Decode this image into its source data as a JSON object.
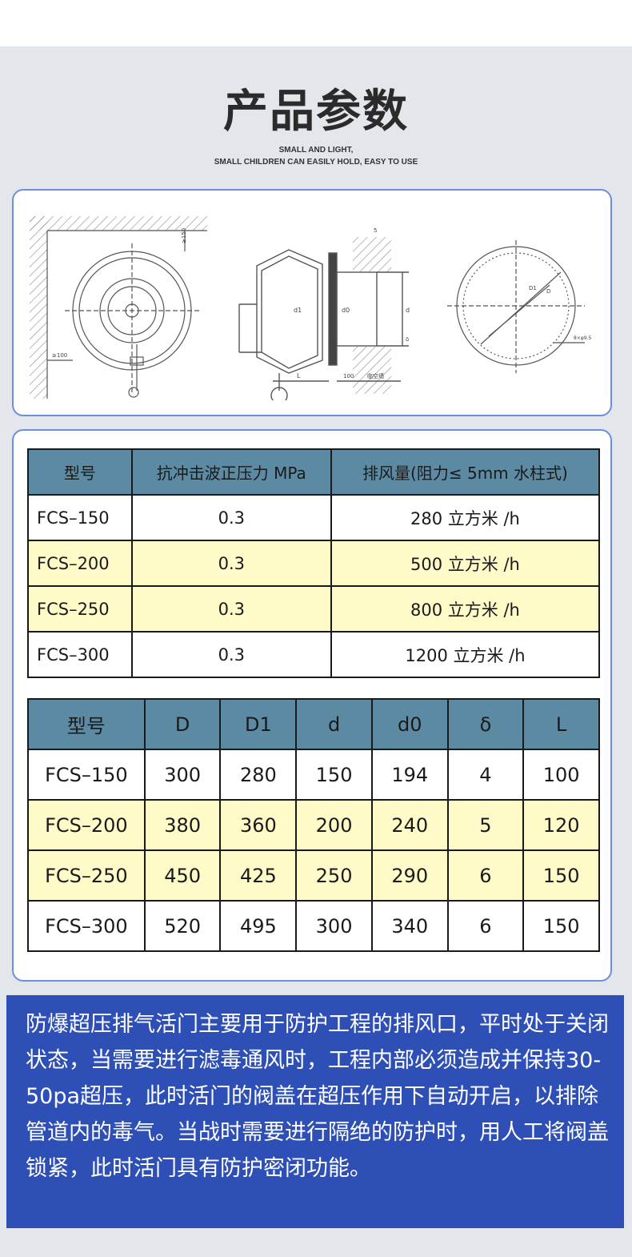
{
  "header": {
    "title": "产品参数",
    "subtitle_line1": "SMALL AND LIGHT,",
    "subtitle_line2": "SMALL CHILDREN CAN EASILY HOLD, EASY TO USE"
  },
  "drawing": {
    "labels": {
      "h150": "≥150",
      "h100": "≥100",
      "d1": "d1",
      "d0": "d0",
      "d": "d",
      "s5": "5",
      "delta": "δ",
      "L": "L",
      "dim100": "100",
      "wall": "临空墙",
      "D1": "D1",
      "D": "D",
      "holes": "8×φ9.5"
    }
  },
  "table1": {
    "headers": [
      "型号",
      "抗冲击波正压力 MPa",
      "排风量(阻力≤ 5mm 水柱式)"
    ],
    "rows": [
      [
        "FCS–150",
        "0.3",
        "280 立方米 /h"
      ],
      [
        "FCS–200",
        "0.3",
        "500 立方米 /h"
      ],
      [
        "FCS–250",
        "0.3",
        "800 立方米 /h"
      ],
      [
        "FCS–300",
        "0.3",
        "1200 立方米 /h"
      ]
    ]
  },
  "table2": {
    "headers": [
      "型号",
      "D",
      "D1",
      "d",
      "d0",
      "δ",
      "L"
    ],
    "rows": [
      [
        "FCS–150",
        "300",
        "280",
        "150",
        "194",
        "4",
        "100"
      ],
      [
        "FCS–200",
        "380",
        "360",
        "200",
        "240",
        "5",
        "120"
      ],
      [
        "FCS–250",
        "450",
        "425",
        "250",
        "290",
        "6",
        "150"
      ],
      [
        "FCS–300",
        "520",
        "495",
        "300",
        "340",
        "6",
        "150"
      ]
    ]
  },
  "description": {
    "text": "防爆超压排气活门主要用于防护工程的排风口，平时处于关闭状态，当需要进行滤毒通风时，工程内部必须造成并保持30-50pa超压，此时活门的阀盖在超压作用下自动开启，以排除管道内的毒气。当战时需要进行隔绝的防护时，用人工将阀盖锁紧，此时活门具有防护密闭功能。"
  }
}
